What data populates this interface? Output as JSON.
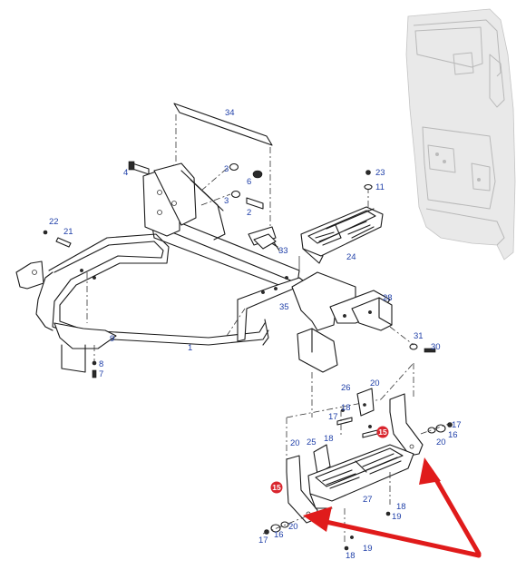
{
  "diagram": {
    "callouts": [
      {
        "id": "34",
        "text": "34"
      },
      {
        "id": "4",
        "text": "4"
      },
      {
        "id": "3a",
        "text": "3"
      },
      {
        "id": "6",
        "text": "6"
      },
      {
        "id": "3b",
        "text": "3"
      },
      {
        "id": "2",
        "text": "2"
      },
      {
        "id": "23",
        "text": "23"
      },
      {
        "id": "11",
        "text": "11"
      },
      {
        "id": "22",
        "text": "22"
      },
      {
        "id": "21",
        "text": "21"
      },
      {
        "id": "33",
        "text": "33"
      },
      {
        "id": "24",
        "text": "24"
      },
      {
        "id": "28",
        "text": "28"
      },
      {
        "id": "35",
        "text": "35"
      },
      {
        "id": "9",
        "text": "9"
      },
      {
        "id": "1",
        "text": "1"
      },
      {
        "id": "8",
        "text": "8"
      },
      {
        "id": "7",
        "text": "7"
      },
      {
        "id": "31",
        "text": "31"
      },
      {
        "id": "30",
        "text": "30"
      },
      {
        "id": "26",
        "text": "26"
      },
      {
        "id": "20a",
        "text": "20"
      },
      {
        "id": "18a",
        "text": "18"
      },
      {
        "id": "17a",
        "text": "17"
      },
      {
        "id": "17b",
        "text": "17"
      },
      {
        "id": "16a",
        "text": "16"
      },
      {
        "id": "20b",
        "text": "20"
      },
      {
        "id": "20c",
        "text": "20"
      },
      {
        "id": "25",
        "text": "25"
      },
      {
        "id": "18b",
        "text": "18"
      },
      {
        "id": "27",
        "text": "27"
      },
      {
        "id": "18c",
        "text": "18"
      },
      {
        "id": "19a",
        "text": "19"
      },
      {
        "id": "17c",
        "text": "17"
      },
      {
        "id": "16b",
        "text": "16"
      },
      {
        "id": "20d",
        "text": "20"
      },
      {
        "id": "18d",
        "text": "18"
      },
      {
        "id": "19b",
        "text": "19"
      }
    ],
    "badges": [
      {
        "id": "b1",
        "text": "15"
      },
      {
        "id": "b2",
        "text": "15"
      }
    ],
    "colors": {
      "callout": "#1f3fa8",
      "badge": "#d9262e",
      "arrow": "#e01b1b",
      "line": "#1a1a1a",
      "ghost": "#b8b8b8"
    }
  }
}
